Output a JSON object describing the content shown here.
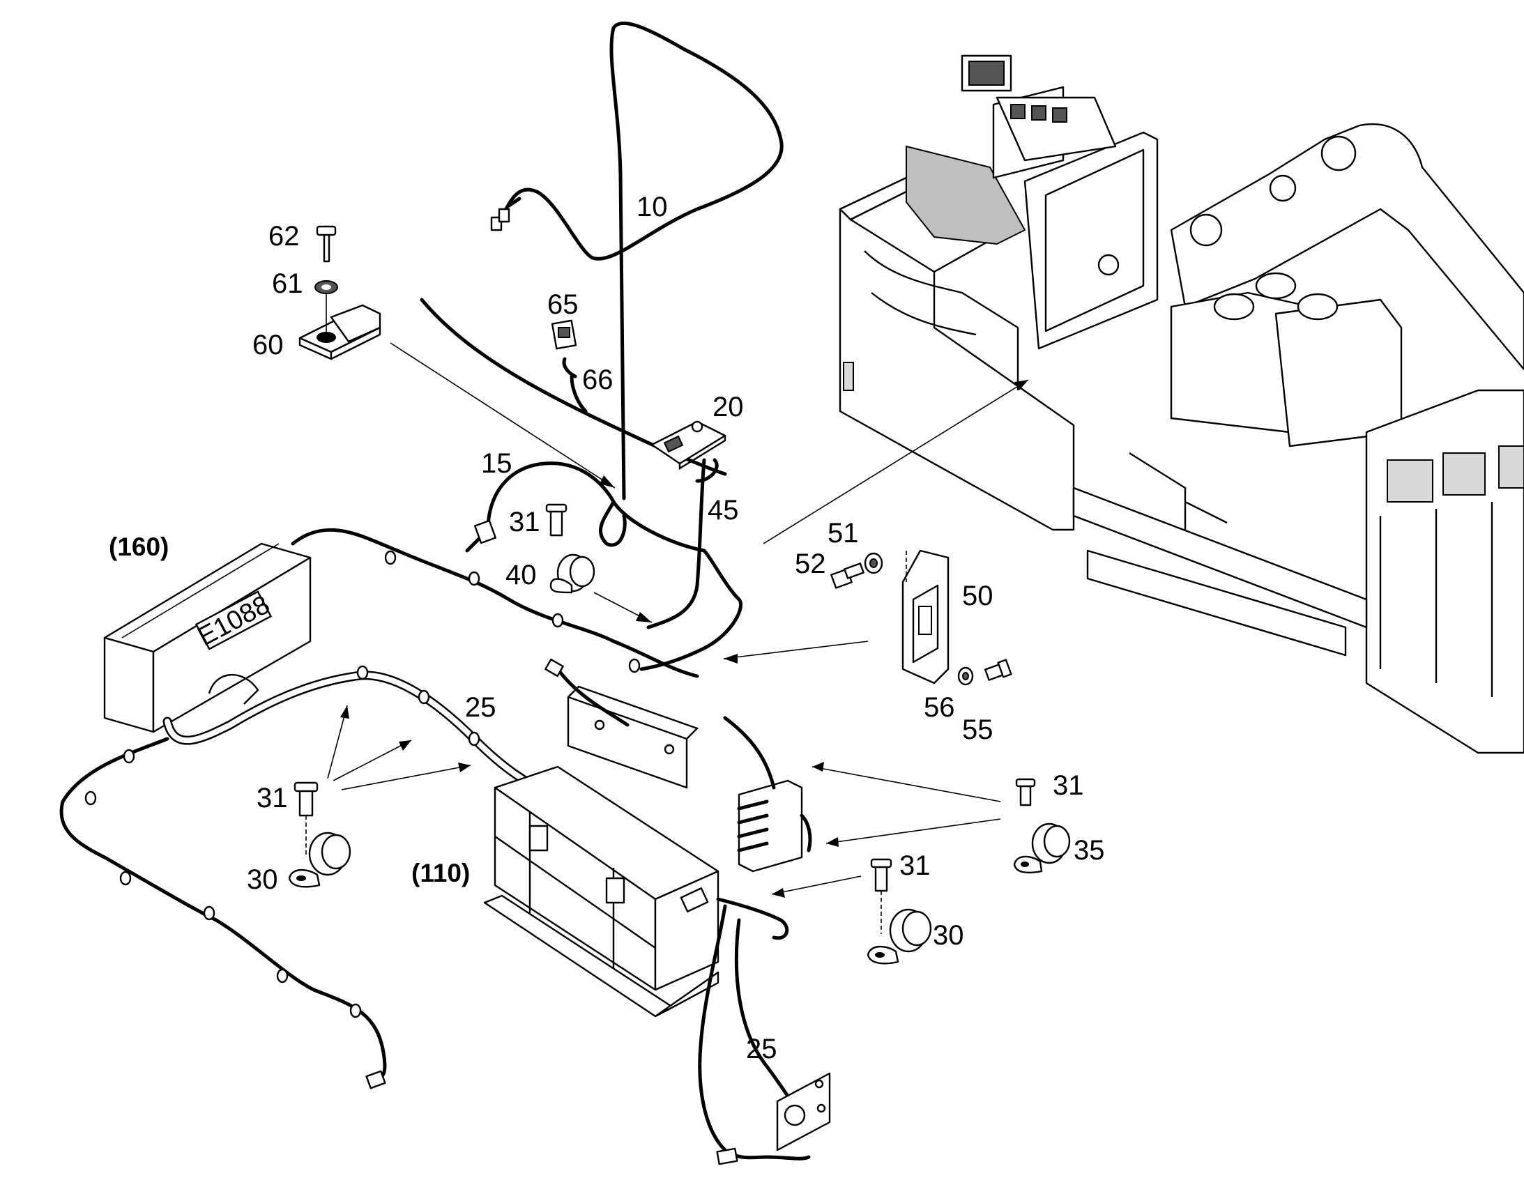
{
  "callouts": {
    "c10": "10",
    "c15": "15",
    "c20": "20",
    "c25a": "25",
    "c25b": "25",
    "c30a": "30",
    "c30b": "30",
    "c31a": "31",
    "c31b": "31",
    "c31c": "31",
    "c31d": "31",
    "c35": "35",
    "c40": "40",
    "c45": "45",
    "c50": "50",
    "c51": "51",
    "c52": "52",
    "c55": "55",
    "c56": "56",
    "c60": "60",
    "c61": "61",
    "c62": "62",
    "c65": "65",
    "c66": "66",
    "c110": "(110)",
    "c160": "(160)"
  },
  "box_tag": "E1088"
}
